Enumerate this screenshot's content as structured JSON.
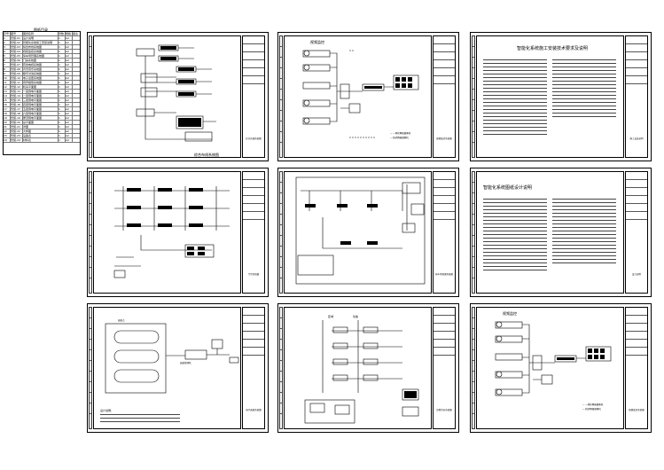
{
  "index": {
    "title": "图纸目录",
    "header": [
      "序号",
      "图号",
      "图纸名称",
      "张数",
      "规格",
      "备注"
    ],
    "rows": [
      [
        "1",
        "智施-01",
        "设计说明",
        "1",
        "A2",
        ""
      ],
      [
        "2",
        "智施-02",
        "智能化系统施工安装说明",
        "1",
        "A2",
        ""
      ],
      [
        "3",
        "智施-03",
        "综合布线系统图",
        "1",
        "A2",
        ""
      ],
      [
        "4",
        "智施-04",
        "视频监控系统图",
        "1",
        "A2",
        ""
      ],
      [
        "5",
        "智施-05",
        "停车场管理系统图",
        "1",
        "A2",
        ""
      ],
      [
        "6",
        "智施-06",
        "门禁系统图",
        "1",
        "A2",
        ""
      ],
      [
        "7",
        "智施-07",
        "有线电视系统图",
        "1",
        "A2",
        ""
      ],
      [
        "8",
        "智施-08",
        "背景音乐系统图",
        "1",
        "A2",
        ""
      ],
      [
        "9",
        "智施-09",
        "楼宇对讲系统图",
        "1",
        "A2",
        ""
      ],
      [
        "10",
        "智施-10",
        "电子巡更系统图",
        "1",
        "A2",
        ""
      ],
      [
        "11",
        "智施-11",
        "周界报警系统图",
        "1",
        "A2",
        ""
      ],
      [
        "12",
        "智施-12",
        "机房平面图",
        "1",
        "A2",
        ""
      ],
      [
        "13",
        "智施-13",
        "一层弱电平面图",
        "1",
        "A2",
        ""
      ],
      [
        "14",
        "智施-14",
        "二层弱电平面图",
        "1",
        "A2",
        ""
      ],
      [
        "15",
        "智施-15",
        "三层弱电平面图",
        "1",
        "A2",
        ""
      ],
      [
        "16",
        "智施-16",
        "四层弱电平面图",
        "1",
        "A2",
        ""
      ],
      [
        "17",
        "智施-17",
        "五层弱电平面图",
        "1",
        "A2",
        ""
      ],
      [
        "18",
        "智施-18",
        "六层弱电平面图",
        "1",
        "A2",
        ""
      ],
      [
        "19",
        "智施-19",
        "屋顶弱电平面图",
        "1",
        "A2",
        ""
      ],
      [
        "20",
        "智施-20",
        "总平面图",
        "1",
        "A2",
        ""
      ],
      [
        "21",
        "智施-21",
        "详图",
        "1",
        "A2",
        ""
      ],
      [
        "22",
        "智施-22",
        "大样图",
        "1",
        "A2",
        ""
      ],
      [
        "23",
        "智施-23",
        "设备表",
        "1",
        "A2",
        ""
      ],
      [
        "24",
        "智施-24",
        "材料表",
        "1",
        "A2",
        ""
      ]
    ]
  },
  "sheets": {
    "s1": {
      "title": "综合布线系统图",
      "tb": "综合布线系统图"
    },
    "s2": {
      "title": "视频监控",
      "tb": "视频监控系统图",
      "legend": [
        "— 一体化网络摄像机",
        "— 枪式网络摄像机"
      ]
    },
    "s3": {
      "title": "智能化系统施工安装技术要求及说明",
      "tb": "施工安装说明"
    },
    "s4": {
      "title": "",
      "tb": "门禁系统图"
    },
    "s5": {
      "title": "",
      "tb": "停车场管理系统图"
    },
    "s6": {
      "title": "智能化系统图纸设计说明",
      "tb": "设计说明"
    },
    "s7": {
      "title": "",
      "tb": "电子巡更系统图",
      "label_a": "巡更管理机",
      "label_b": "巡更点",
      "note": "设计说明："
    },
    "s8": {
      "title": "",
      "tb": "背景音乐系统图",
      "col_a": "区域",
      "col_b": "功放"
    },
    "s9": {
      "title": "视频监控",
      "tb": "视频监控系统图",
      "legend": [
        "— 一体化网络摄像机",
        "— 枪式网络摄像机"
      ]
    }
  }
}
